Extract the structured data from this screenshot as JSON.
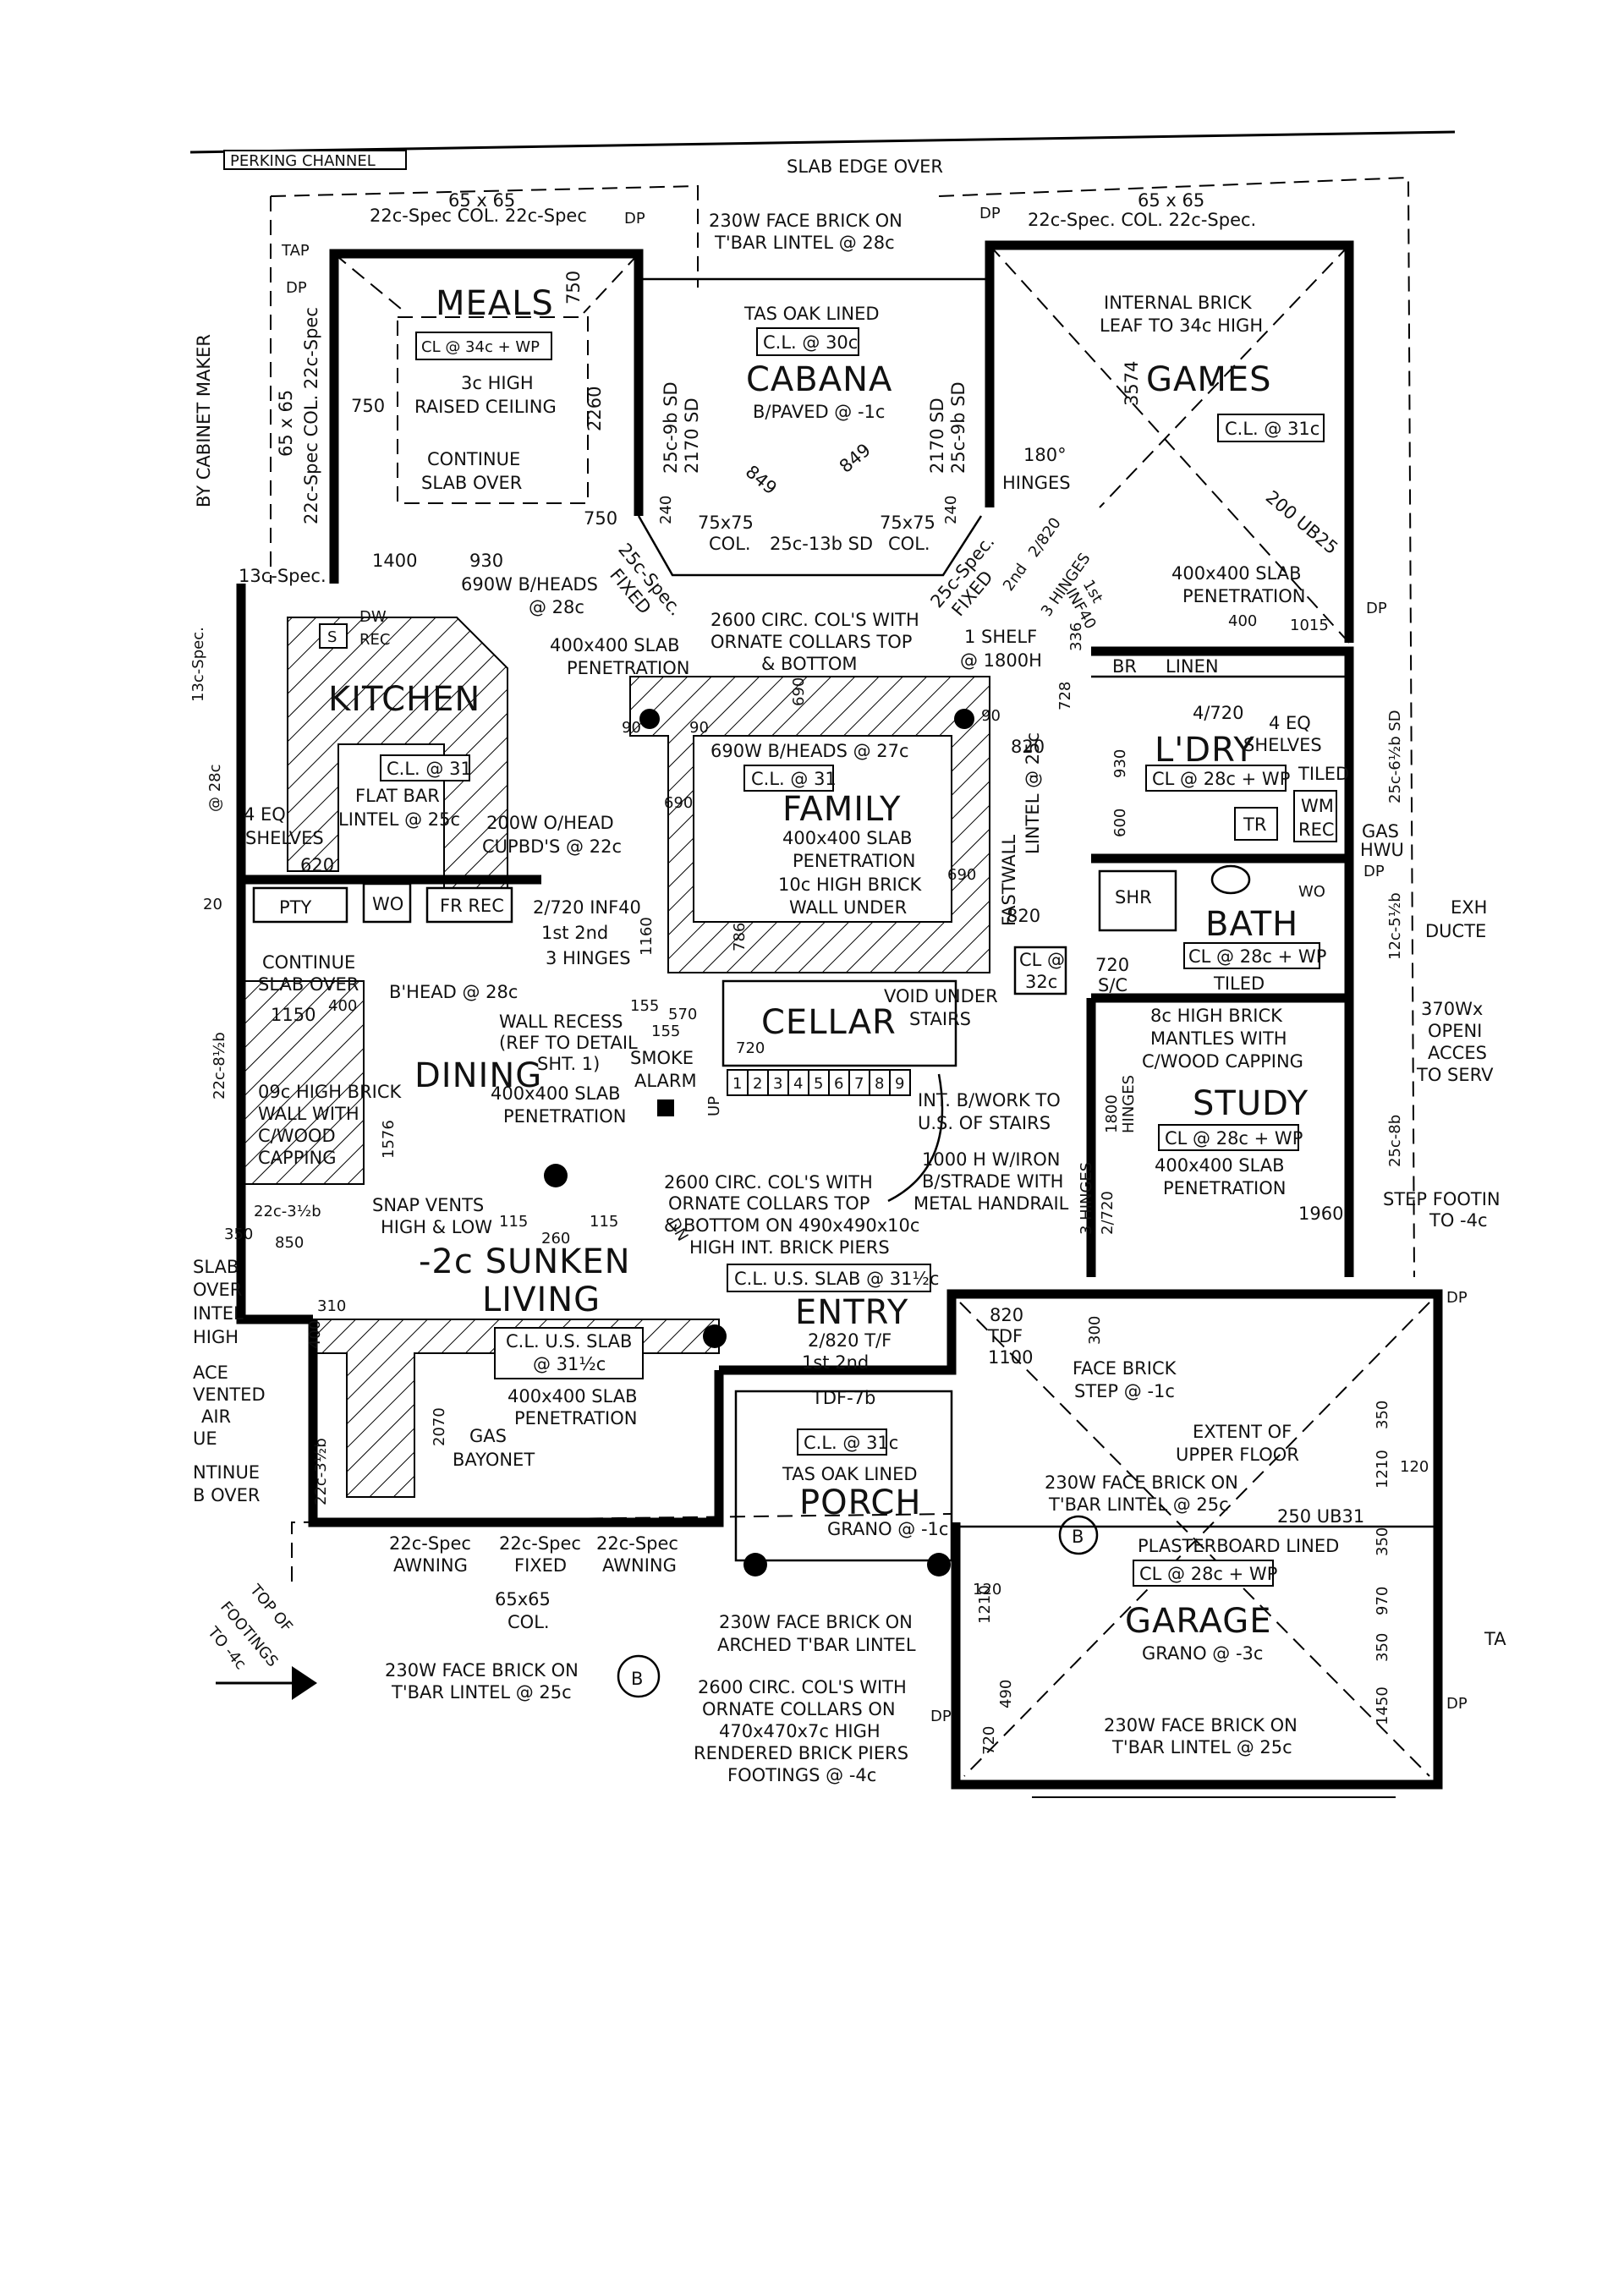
{
  "rooms": {
    "meals": "MEALS",
    "cabana": "CABANA",
    "games": "GAMES",
    "kitchen": "KITCHEN",
    "family": "FAMILY",
    "linen": "LINEN",
    "br": "BR",
    "ldry": "L'DRY",
    "bath": "BATH",
    "dining": "DINING",
    "cellar": "CELLAR",
    "study": "STUDY",
    "sunken_living": "-2c SUNKEN",
    "living": "LIVING",
    "entry": "ENTRY",
    "porch": "PORCH",
    "garage": "GARAGE",
    "pty": "PTY",
    "wo": "WO",
    "fr_rec": "FR REC",
    "shr": "SHR",
    "wm": "WM",
    "rec": "REC",
    "tr": "TR"
  },
  "ceilings": {
    "meals": "CL @ 34c + WP",
    "cabana": "C.L. @ 30c",
    "games": "C.L. @ 31c",
    "kitchen": "C.L. @ 31",
    "family": "C.L. @ 31",
    "ldry": "CL @ 28c + WP",
    "bath": "CL @ 28c + WP",
    "cl32": "CL @",
    "cl32b": "32c",
    "study": "CL @ 28c + WP",
    "living": "C.L. U.S. SLAB",
    "living2": "@ 31½c",
    "entry_slab": "C.L. U.S. SLAB @ 31½c",
    "porch": "C.L. @ 31c",
    "garage": "CL @ 28c + WP"
  },
  "notes": {
    "top_left_cut": "PERKING CHANNEL",
    "slab_edge": "SLAB EDGE OVER",
    "col65_left": "65 x 65",
    "col_left_row": "22c-Spec COL. 22c-Spec",
    "dp": "DP",
    "tap": "TAP",
    "face_brick_top": "230W FACE BRICK ON",
    "tbar_top": "T'BAR LINTEL @ 28c",
    "col65_right": "65 x 65",
    "col_right_row": "22c-Spec. COL. 22c-Spec.",
    "tas_oak": "TAS OAK LINED",
    "b_paved": "B/PAVED @ -1c",
    "internal_brick": "INTERNAL BRICK",
    "leaf": "LEAF TO 34c HIGH",
    "raised_1": "3c HIGH",
    "raised_2": "RAISED CEILING",
    "continue_slab": "CONTINUE",
    "slab_over": "SLAB OVER",
    "by_cabinet": "BY CABINET MAKER",
    "col_side": "65 x 65",
    "spec_side": "22c-Spec COL. 22c-Spec",
    "hinges_180": "180°",
    "hinges": "HINGES",
    "ub25": "200 UB25",
    "col7575a": "75x75",
    "col7575b": "COL.",
    "sd_mid": "25c-13b SD",
    "col7575c": "75x75",
    "col7575d": "COL.",
    "n1400": "1400",
    "n930": "930",
    "bheads690": "690W B/HEADS",
    "bheads690b": "@ 28c",
    "spec13": "13c-Spec.",
    "pen400_1": "400x400 SLAB",
    "pen400_2": "PENETRATION",
    "circ_col": "2600 CIRC. COL'S WITH",
    "ornate": "ORNATE COLLARS TOP",
    "bottom": "& BOTTOM",
    "shelf": "1 SHELF",
    "shelf_h": "@ 1800H",
    "slab_pen_br": "400x400 SLAB",
    "slab_pen_br2": "PENETRATION",
    "n400": "400",
    "n1015": "1015",
    "n4720": "4/720",
    "eq_shelves": "4 EQ",
    "eq_shelves2": "SHELVES",
    "tiled": "TILED",
    "gas": "GAS",
    "hwu": "HWU",
    "exh": "EXH",
    "ducte": "DUCTE",
    "flat_bar": "FLAT BAR",
    "lintel25": "LINTEL @ 25c",
    "o_head": "200W O/HEAD",
    "cupbds": "CUPBD'S @ 22c",
    "eq4": "4 EQ",
    "shelves_k": "SHELVES",
    "n620": "620",
    "bheads_fam": "690W B/HEADS @ 27c",
    "fam_pen1": "400x400 SLAB",
    "fam_pen2": "PENETRATION",
    "fam_brick1": "10c HIGH BRICK",
    "fam_brick2": "WALL UNDER",
    "fastwall": "FASTWALL",
    "lintel_fw": "LINTEL @ 25c",
    "n820": "820",
    "n2720": "2/720 INF40",
    "first_second": "1st 2nd",
    "three_hinges": "3 HINGES",
    "continue2": "CONTINUE",
    "slab_over2": "SLAB OVER",
    "bhead28": "B'HEAD @ 28c",
    "wall_recess": "WALL RECESS",
    "ref_detail": "(REF TO DETAIL",
    "sht": "SHT. 1)",
    "smoke": "SMOKE",
    "alarm": "ALARM",
    "void_under": "VOID UNDER",
    "stairs": "STAIRS",
    "n720": "720",
    "n1150": "1150",
    "brick09_1": "09c HIGH BRICK",
    "brick09_2": "WALL WITH",
    "brick09_3": "C/WOOD",
    "brick09_4": "CAPPING",
    "dining_pen1": "400x400 SLAB",
    "dining_pen2": "PENETRATION",
    "int_bwork": "INT. B/WORK TO",
    "us_stairs": "U.S. OF STAIRS",
    "strade1": "1000 H W/IRON",
    "strade2": "B/STRADE WITH",
    "strade3": "METAL HANDRAIL",
    "study_brick1": "8c HIGH BRICK",
    "study_brick2": "MANTLES WITH",
    "study_brick3": "C/WOOD CAPPING",
    "study_pen1": "400x400 SLAB",
    "study_pen2": "PENETRATION",
    "three_hinges2": "3 HINGES",
    "n1960": "1960",
    "n370": "370Wx",
    "openi": "OPENI",
    "access": "ACCES",
    "to_serv": "TO SERV",
    "step_footing": "STEP FOOTIN",
    "to4c": "TO -4c",
    "snap_vents": "SNAP VENTS",
    "high_low": "HIGH & LOW",
    "circ2_1": "2600 CIRC. COL'S WITH",
    "circ2_2": "ORNATE COLLARS TOP",
    "circ2_3": "& BOTTOM ON 490x490x10c",
    "circ2_4": "HIGH INT. BRICK PIERS",
    "n260": "260",
    "n115a": "115",
    "n115b": "115",
    "slab_left1": "SLAB",
    "slab_left2": "OVER",
    "lintel_left": "INTEL",
    "high_left": "HIGH",
    "ace": "ACE",
    "vented": "VENTED",
    "air": "AIR",
    "ue": "UE",
    "ntinue": "NTINUE",
    "b_over": "B OVER",
    "living_pen1": "400x400 SLAB",
    "living_pen2": "PENETRATION",
    "gas_bayonet1": "GAS",
    "gas_bayonet2": "BAYONET",
    "n2070": "2070",
    "entry_door": "2/820 T/F",
    "entry_1st": "1st 2nd",
    "tdf": "TDF-7b",
    "tdf2": "TDF",
    "n1100": "1100",
    "porch_tas": "TAS OAK LINED",
    "porch_grano": "GRANO @ -1c",
    "face_step1": "FACE BRICK",
    "face_step2": "STEP @ -1c",
    "extent1": "EXTENT OF",
    "extent2": "UPPER FLOOR",
    "face_garage1": "230W FACE BRICK ON",
    "face_garage2": "T'BAR LINTEL @ 25c",
    "ub31": "250 UB31",
    "plaster": "PLASTERBOARD LINED",
    "garage_grano": "GRANO @ -3c",
    "garage_face1": "230W FACE BRICK ON",
    "garage_face2": "T'BAR LINTEL @ 25c",
    "awning_l1": "22c-Spec",
    "awning_l2": "AWNING",
    "fixed1": "22c-Spec",
    "fixed2": "FIXED",
    "awning_r1": "22c-Spec",
    "awning_r2": "AWNING",
    "col_front1": "65x65",
    "col_front2": "COL.",
    "arched1": "230W FACE BRICK ON",
    "arched2": "ARCHED T'BAR LINTEL",
    "face_left1": "230W FACE BRICK ON",
    "face_left2": "T'BAR LINTEL @ 25c",
    "piers1": "2600 CIRC. COL'S WITH",
    "piers2": "ORNATE COLLARS ON",
    "piers3": "470x470x7c HIGH",
    "piers4": "RENDERED BRICK PIERS",
    "piers5": "FOOTINGS @ -4c",
    "top_footings1": "TOP OF",
    "top_footings2": "FOOTINGS",
    "top_footings3": "TO -4c",
    "section": "B",
    "section_mid": "B",
    "ta": "TA",
    "dim_750a": "750",
    "dim_750b": "750",
    "dim_750c": "750",
    "dim_2260": "2260",
    "dim_2170a": "2170 SD",
    "dim_2170b": "2170 SD",
    "dim_25c9b": "25c-9b SD",
    "dim_25c9b2": "25c-9b SD",
    "dim_849a": "849",
    "dim_849b": "849",
    "dim_3574": "3574",
    "dim_240": "240",
    "dim_240b": "240",
    "dim_90": "90",
    "dim_90b": "90",
    "dim_90c": "90",
    "dim_690a": "690",
    "dim_690b": "690",
    "dim_690c": "690",
    "dim_1160": "1160",
    "dim_786": "786",
    "dim_1576": "1576",
    "dim_1210": "1210",
    "dim_1210b": "1210",
    "dim_970": "970",
    "dim_1450": "1450",
    "dim_350a": "350",
    "dim_350b": "350",
    "dim_350c": "350",
    "dim_120": "120",
    "dim_120b": "120",
    "dim_490": "490",
    "dim_720g": "720",
    "dim_300": "300",
    "dim_600": "600",
    "dim_930": "930",
    "dim_1800": "1800",
    "dim_728": "728",
    "dim_336": "336",
    "side_25c6": "25c-6½b SD",
    "side_12c5": "12c-5½b",
    "side_25c8": "25c-8b",
    "side_22c8": "22c-8½b",
    "side_22c3a": "22c-3½b",
    "side_22c3b": "22c-3½b",
    "side_13c": "13c-Spec.",
    "side_28c": "@ 28c",
    "side_20": "20",
    "fixed_l": "FIXED",
    "spec_l": "25c-Spec.",
    "fixed_r": "FIXED",
    "spec_r": "25c-Spec.",
    "door_r1": "2/820",
    "door_r2": "INF40",
    "door_r3": "2nd",
    "door_r4": "1st",
    "door_r5": "3 HINGES",
    "door_s1": "2/720 INF40",
    "door_s2": "1st",
    "door_s3": "2nd",
    "door_s4": "3 HINGES",
    "hinges_study": "HINGES",
    "n1800": "1800",
    "n720s": "720",
    "sc": "S/C",
    "dw": "DW",
    "rec": "REC",
    "s": "S",
    "n350": "350",
    "n850": "850",
    "n310": "310",
    "n400b": "400",
    "n400c": "400",
    "n1450": "1450",
    "n2720b": "2/720",
    "n570": "570",
    "n155": "155",
    "n155b": "155",
    "dn": "DN",
    "up": "UP",
    "stair_steps": [
      "1",
      "2",
      "3",
      "4",
      "5",
      "6",
      "7",
      "8",
      "9"
    ]
  }
}
